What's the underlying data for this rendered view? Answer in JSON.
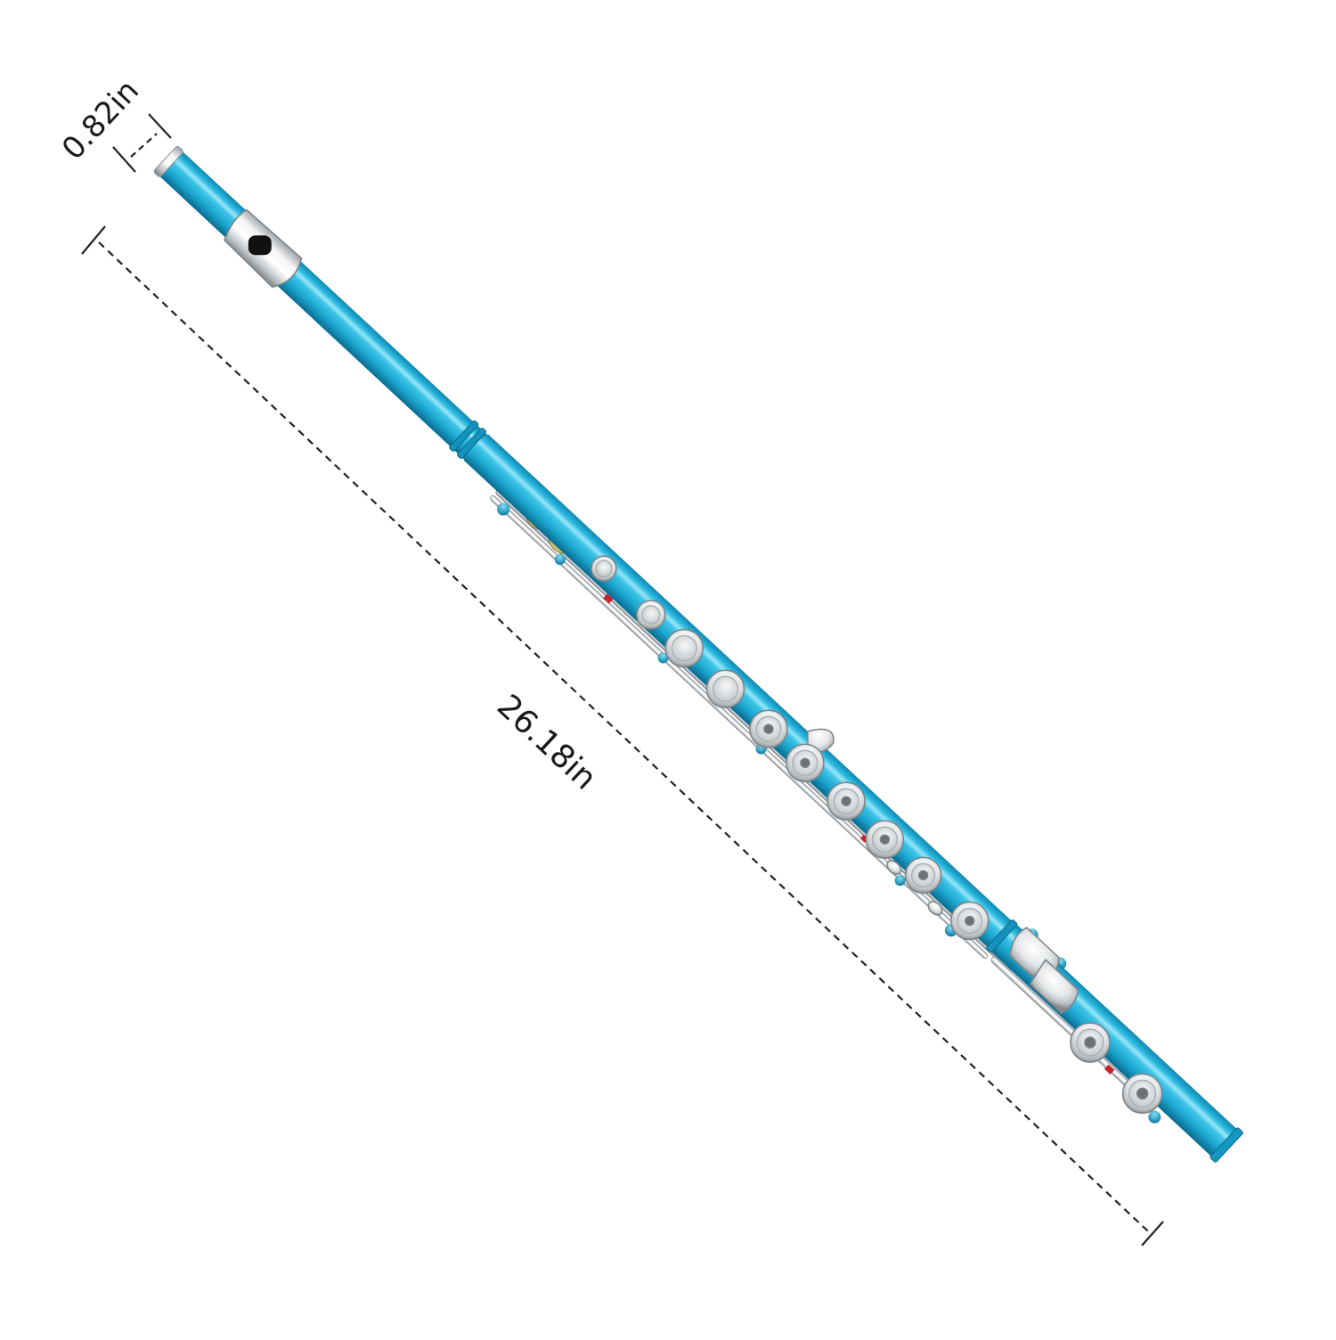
{
  "product": {
    "name": "flute",
    "body_color": "#1eaed6",
    "body_highlight": "#7fdcf2",
    "body_shadow": "#0c7fa6",
    "key_color": "#d9dcde",
    "key_highlight": "#ffffff",
    "key_shadow": "#8f9498",
    "pad_color": "#c9c26a",
    "accent_red": "#c8232c"
  },
  "dimensions": {
    "diameter": {
      "value": 0.82,
      "unit": "in",
      "label": "0.82in"
    },
    "length": {
      "value": 26.18,
      "unit": "in",
      "label": "26.18in"
    }
  },
  "annotation_line_color": "#222222",
  "background": "#ffffff"
}
